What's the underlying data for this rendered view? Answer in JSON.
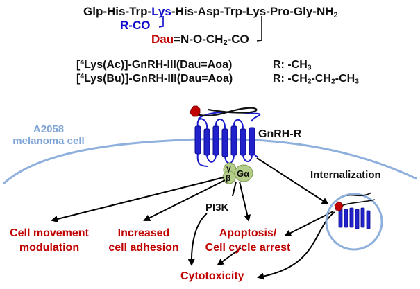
{
  "peptide": {
    "seq_start": "Glp-His-Trp-",
    "seq_lys": "Lys",
    "seq_rest": "-His-Asp-Trp-Lys-Pro-Gly-NH",
    "seq_sub": "2",
    "r_co": "R-CO",
    "dau": "Dau",
    "linker": "=N-O-CH",
    "linker_sub": "2",
    "linker_end": "-CO"
  },
  "compounds": [
    {
      "sup": "4",
      "name_a": "[",
      "name_b": "Lys(Ac)]-GnRH-III(Dau=Aoa)",
      "r_label": "R: -CH",
      "r_sub": "3",
      "r_rest": ""
    },
    {
      "sup": "4",
      "name_a": "[",
      "name_b": "Lys(Bu)]-GnRH-III(Dau=Aoa)",
      "r_label": "R: -CH",
      "r_sub": "2",
      "r_rest": "-CH",
      "r_sub2": "2",
      "r_rest2": "-CH",
      "r_sub3": "3"
    }
  ],
  "cell": {
    "line1": "A2058",
    "line2": "melanoma cell"
  },
  "receptor_label": "GnRH-R",
  "g_protein": {
    "gamma": "γ",
    "beta": "β",
    "alpha": "Gα"
  },
  "internalization": "Internalization",
  "pi3k": "PI3K",
  "outcomes": {
    "cell_movement_1": "Cell movement",
    "cell_movement_2": "modulation",
    "adhesion_1": "Increased",
    "adhesion_2": "cell adhesion",
    "apoptosis_1": "Apoptosis/",
    "apoptosis_2": "Cell cycle arrest",
    "cytotoxicity": "Cytotoxicity"
  },
  "colors": {
    "membrane": "#7fa4d6",
    "receptor": "#1a1acc",
    "drug": "#c00000",
    "gprotein": "#b5cf8a",
    "outcome": "#c00000",
    "modification": "#0b0bc8"
  }
}
